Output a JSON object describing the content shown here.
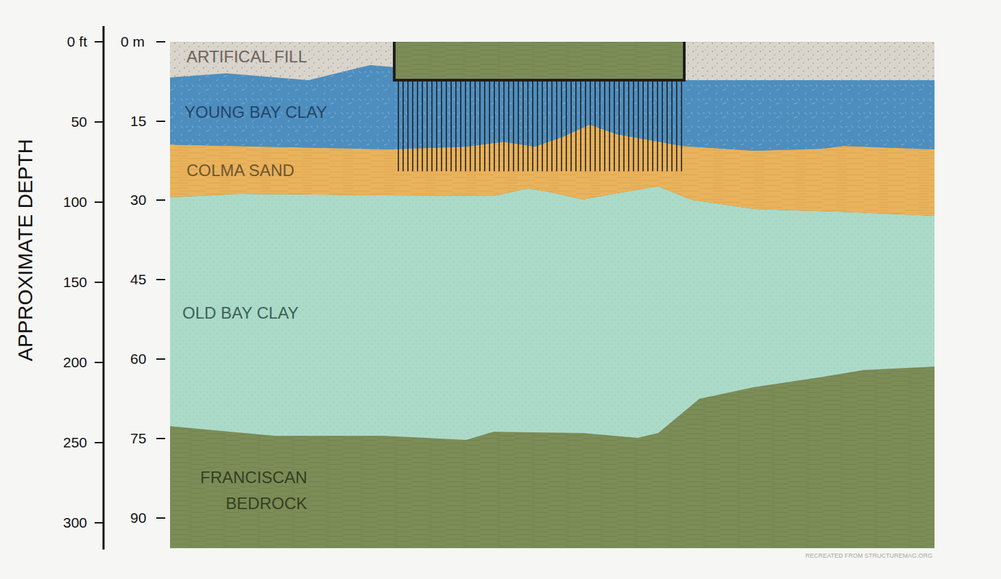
{
  "diagram": {
    "nodes": [
      {
        "text": [
          "ARTIFICAL FILL"
        ]
      },
      {
        "text": [
          "YOUNG BAY CLAY"
        ]
      },
      {
        "text": [
          "COLMA SAND"
        ]
      },
      {
        "text": [
          "OLD BAY CLAY"
        ]
      },
      {
        "text": [
          "FRANCISCAN BEDROCK"
        ]
      }
    ],
    "labels": [
      "APPROXIMATE DEPTH",
      "0 ft",
      "0 m",
      "50",
      "15",
      "100",
      "30",
      "150",
      "45",
      "200",
      "60",
      "250",
      "75",
      "300",
      "90",
      "RECREATED FROM STRUCTUREMAG.ORG"
    ]
  }
}
